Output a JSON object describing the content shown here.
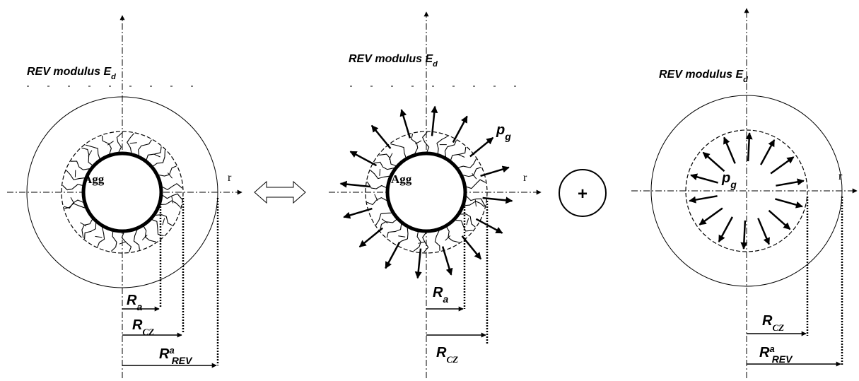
{
  "panels": [
    {
      "rev_label": "REV modulus E",
      "rev_sub": "d",
      "agg_label": "Agg",
      "axis_r": "r",
      "radius_labels": [
        {
          "main": "R",
          "sub": "a"
        },
        {
          "main": "R",
          "sub": "CZ"
        },
        {
          "main": "R",
          "sup": "a",
          "sub": "REV"
        }
      ]
    },
    {
      "rev_label": "REV modulus E",
      "rev_sub": "d",
      "agg_label": "Agg",
      "axis_r": "r",
      "pressure": {
        "main": "p",
        "sub": "g"
      },
      "radius_labels": [
        {
          "main": "R",
          "sub": "a"
        },
        {
          "main": "R",
          "sub": "CZ"
        }
      ]
    },
    {
      "rev_label": "REV modulus E",
      "rev_sub": "d",
      "axis_r": "r",
      "pressure": {
        "main": "p",
        "sub": "g"
      },
      "radius_labels": [
        {
          "main": "R",
          "sub": "CZ"
        },
        {
          "main": "R",
          "sup": "a",
          "sub": "REV"
        }
      ]
    }
  ],
  "operators": {
    "equivalence": "⇔",
    "plus": "+"
  }
}
